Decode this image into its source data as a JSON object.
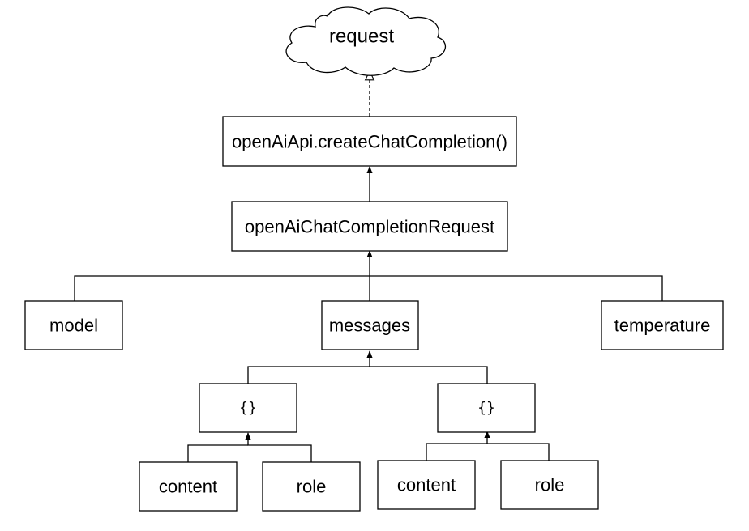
{
  "nodes": {
    "request": "request",
    "create_call": "openAiApi.createChatCompletion()",
    "chat_request": "openAiChatCompletionRequest",
    "model": "model",
    "messages": "messages",
    "temperature": "temperature",
    "message_object_1": "{}",
    "message_object_2": "{}",
    "content_1": "content",
    "role_1": "role",
    "content_2": "content",
    "role_2": "role"
  }
}
